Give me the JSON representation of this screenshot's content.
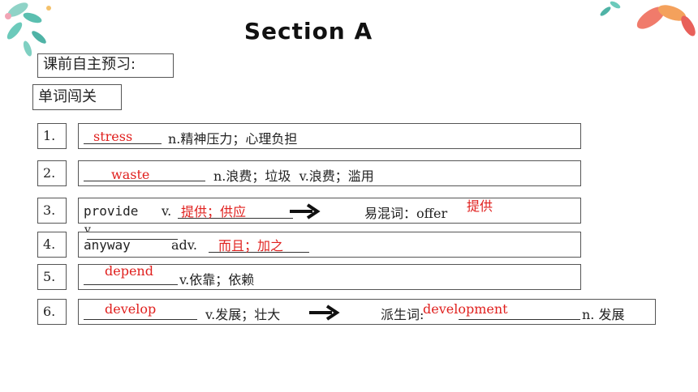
{
  "title": "Section A",
  "preview_label": "课前自主预习:",
  "vocab_label": "单词闯关",
  "items": [
    {
      "num": "1.",
      "answer": "stress",
      "text": "n.精神压力；心理负担"
    },
    {
      "num": "2.",
      "answer": "waste",
      "text": "n.浪费；垃圾  v.浪费；滥用"
    },
    {
      "num": "3.",
      "word": "provide",
      "pos": "v.",
      "answer": "提供；供应",
      "confuse_label": "易混词：offer",
      "answer2": "提供",
      "pos2": "v."
    },
    {
      "num": "4.",
      "word": "anyway",
      "pos": "adv.",
      "answer": "而且；加之"
    },
    {
      "num": "5.",
      "answer": "depend",
      "text": "v.依靠；依赖"
    },
    {
      "num": "6.",
      "answer": "develop",
      "text": "v.发展；壮大",
      "derived_label": "派生词:",
      "answer2": "development",
      "pos2": "n. 发展"
    }
  ],
  "colors": {
    "answer": "#e0201e",
    "border": "#555555"
  }
}
